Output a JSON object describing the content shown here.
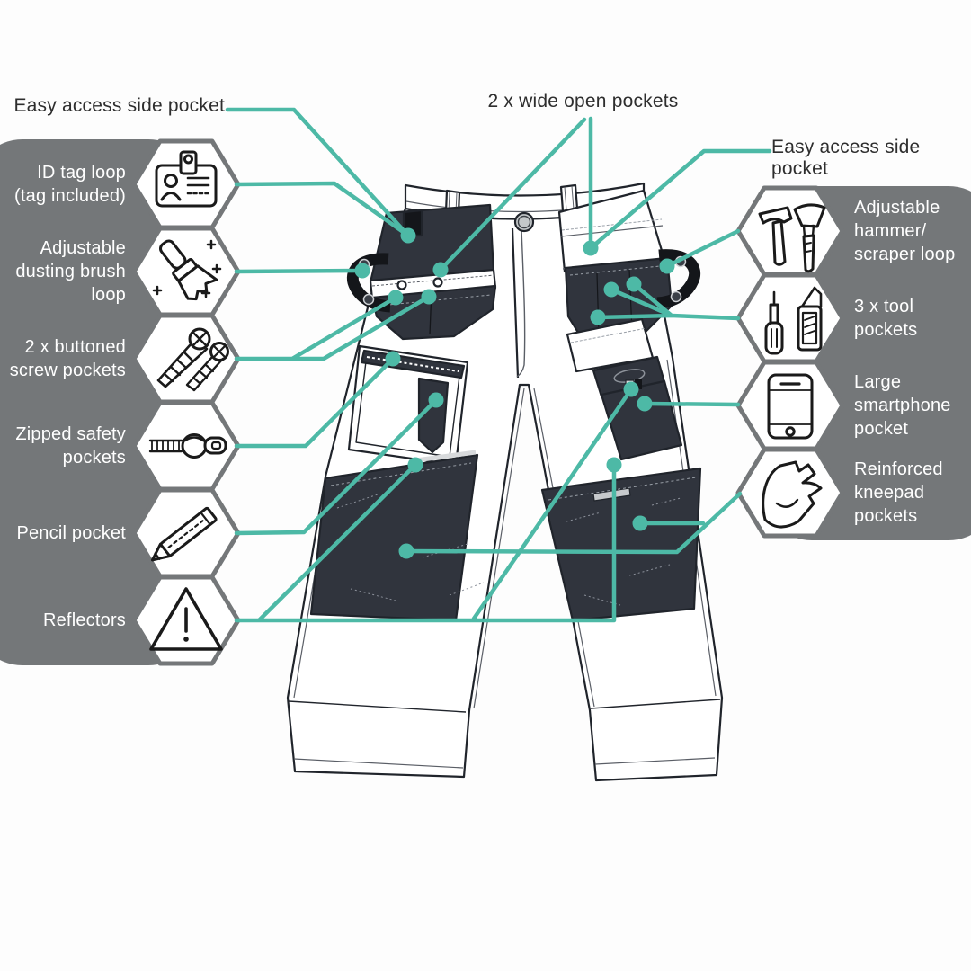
{
  "colors": {
    "accent": "#4db9a6",
    "panel_gray": "#747779",
    "fabric_dark": "#30343d",
    "outline": "#20242b",
    "label_white": "#ffffff",
    "label_dark": "#2e2e2e"
  },
  "top_labels": {
    "left": "Easy access side pocket",
    "center": "2 x wide open pockets",
    "right": "Easy access side pocket"
  },
  "left_panel": {
    "items": [
      {
        "label": "ID tag loop\n(tag included)",
        "icon": "id-badge-icon"
      },
      {
        "label": "Adjustable\ndusting brush\nloop",
        "icon": "dusting-brush-icon"
      },
      {
        "label": "2 x buttoned\nscrew pockets",
        "icon": "screws-icon"
      },
      {
        "label": "Zipped safety\npockets",
        "icon": "zipper-icon"
      },
      {
        "label": "Pencil pocket",
        "icon": "pencil-icon"
      },
      {
        "label": "Reflectors",
        "icon": "warning-triangle-icon"
      }
    ]
  },
  "right_panel": {
    "items": [
      {
        "label": "Adjustable\nhammer/\nscraper loop",
        "icon": "hammer-scraper-icon"
      },
      {
        "label": "3 x tool\npockets",
        "icon": "screwdriver-knife-icon"
      },
      {
        "label": "Large\nsmartphone\npocket",
        "icon": "smartphone-icon"
      },
      {
        "label": "Reinforced\nkneepad\npockets",
        "icon": "bicep-icon"
      }
    ]
  }
}
